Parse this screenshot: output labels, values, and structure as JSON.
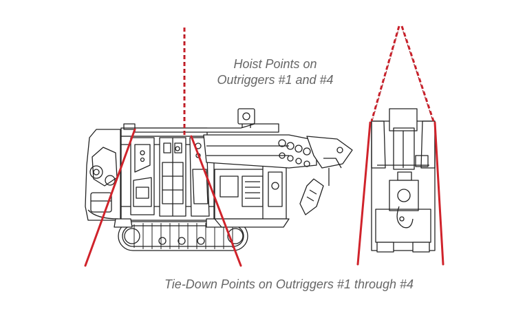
{
  "captions": {
    "hoist": {
      "line1": "Hoist Points on",
      "line2": "Outriggers #1 and #4"
    },
    "tie_down": "Tie-Down Points on Outriggers #1 through #4"
  },
  "colors": {
    "chain": "#c8202a",
    "chain_dark": "#8e1219",
    "strap": "#d0232b",
    "outline": "#222222",
    "caption": "#666666"
  }
}
